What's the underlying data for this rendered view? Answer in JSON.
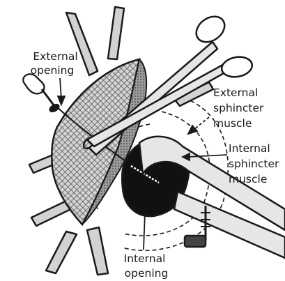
{
  "labels": {
    "external_opening": [
      "External",
      "opening"
    ],
    "external_sphincter": [
      "External",
      "sphincter",
      "muscle"
    ],
    "internal_sphincter": [
      "Internal",
      "sphincter",
      "muscle"
    ],
    "internal_opening": [
      "Internal",
      "opening"
    ]
  },
  "colors": {
    "outline": "#1a1a1a",
    "skin_fill": "#c8c8c8",
    "dark_fill": "#111111",
    "instrument_fill": "#e6e6e6"
  }
}
